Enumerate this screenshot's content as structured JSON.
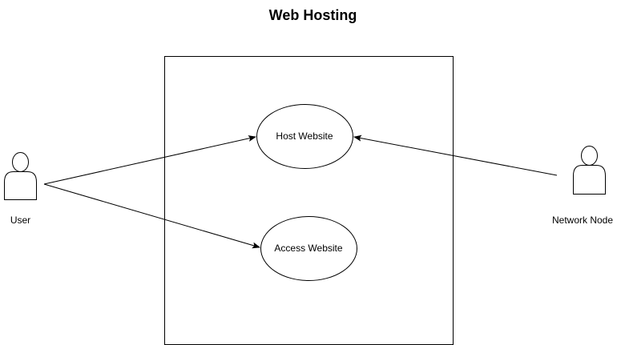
{
  "diagram": {
    "title": "Web Hosting",
    "actors": [
      {
        "id": "user",
        "label": "User"
      },
      {
        "id": "network-node",
        "label": "Network Node"
      }
    ],
    "use_cases": [
      {
        "id": "host-website",
        "label": "Host Website"
      },
      {
        "id": "access-website",
        "label": "Access Website"
      }
    ],
    "relations": [
      {
        "from": "user",
        "to": "host-website"
      },
      {
        "from": "user",
        "to": "access-website"
      },
      {
        "from": "network-node",
        "to": "host-website"
      }
    ]
  }
}
